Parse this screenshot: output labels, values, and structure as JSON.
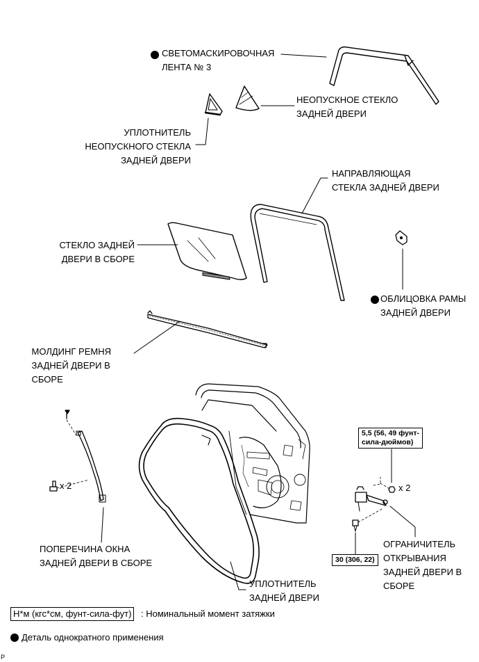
{
  "labels": {
    "tape": [
      "СВЕТОМАСКИРОВОЧНАЯ",
      "ЛЕНТА № 3"
    ],
    "fixed_glass": [
      "НЕОПУСКНОЕ СТЕКЛО",
      "ЗАДНЕЙ ДВЕРИ"
    ],
    "fixed_glass_seal": [
      "УПЛОТНИТЕЛЬ",
      "НЕОПУСКНОГО СТЕКЛА",
      "ЗАДНЕЙ ДВЕРИ"
    ],
    "glass_run": [
      "НАПРАВЛЯЮЩАЯ",
      "СТЕКЛА ЗАДНЕЙ ДВЕРИ"
    ],
    "glass_assy": [
      "СТЕКЛО ЗАДНЕЙ",
      "ДВЕРИ В СБОРЕ"
    ],
    "frame_garnish": [
      "ОБЛИЦОВКА РАМЫ",
      "ЗАДНЕЙ ДВЕРИ"
    ],
    "belt_moulding": [
      "МОЛДИНГ РЕМНЯ",
      "ЗАДНЕЙ ДВЕРИ В",
      "СБОРЕ"
    ],
    "division_bar": [
      "ПОПЕРЕЧИНА ОКНА",
      "ЗАДНЕЙ ДВЕРИ В СБОРЕ"
    ],
    "door_seal": [
      "УПЛОТНИТЕЛЬ",
      "ЗАДНЕЙ ДВЕРИ"
    ],
    "check_assy": [
      "ОГРАНИЧИТЕЛЬ",
      "ОТКРЫВАНИЯ",
      "ЗАДНЕЙ ДВЕРИ В",
      "СБОРЕ"
    ]
  },
  "torques": {
    "nut": [
      "5,5 (56, 49 фунт-",
      "сила-дюймов)"
    ],
    "bolt": "30 (306, 22)"
  },
  "quantities": {
    "division_bar_bolt": "x 2",
    "check_nut": "x 2"
  },
  "legend": {
    "torque_unit": "Н*м (кгс*см, фунт-сила-фут)",
    "torque_desc": ": Номинальный момент затяжки",
    "non_reusable": "Деталь однократного применения"
  },
  "corner_code": "P"
}
